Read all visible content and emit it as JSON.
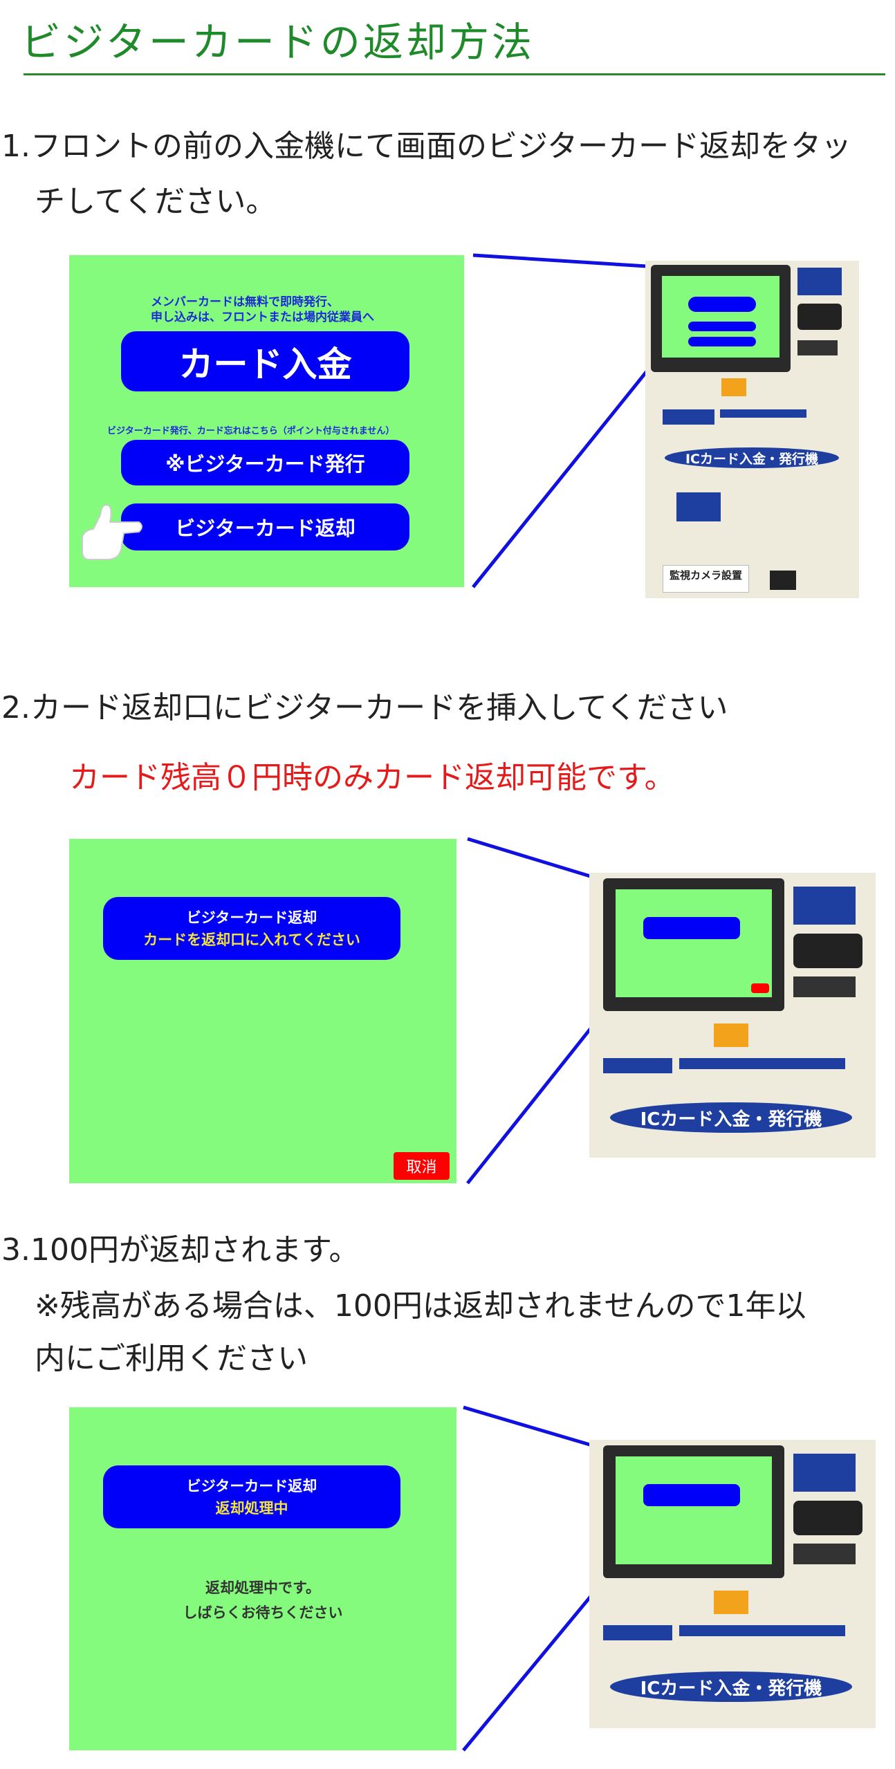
{
  "title": "ビジターカードの返却方法",
  "steps": [
    {
      "line1": "1.フロントの前の入金機にて画面のビジターカード返却をタッ",
      "line2": "チしてください。"
    },
    {
      "line1": "2.カード返却口にビジターカードを挿入してください",
      "note": "カード残高０円時のみカード返却可能です。"
    },
    {
      "line1": "3.100円が返却されます。",
      "line2": "※残高がある場合は、100円は返却されませんので1年以",
      "line3": "内にご利用ください"
    }
  ],
  "screen1": {
    "info1": "メンバーカードは無料で即時発行、",
    "info2": "申し込みは、フロントまたは場内従業員へ",
    "deposit_button": "カード入金",
    "info3": "ビジターカード発行、カード忘れはこちら（ポイント付与されません）",
    "issue_button": "※ビジターカード発行",
    "return_button": "ビジターカード返却"
  },
  "screen2": {
    "header": "ビジターカード返却",
    "instruction": "カードを返却口に入れてください",
    "cancel": "取消"
  },
  "screen3": {
    "header": "ビジターカード返却",
    "status": "返却処理中",
    "message1": "返却処理中です。",
    "message2": "しばらくお待ちください"
  },
  "machine": {
    "banner": "ICカード入金・発行機",
    "camera_sign": "監視カメラ設置"
  },
  "colors": {
    "title": "#1f8a2a",
    "screen": "#85fb7d",
    "button": "#0000f8",
    "note": "#e51a1a"
  }
}
